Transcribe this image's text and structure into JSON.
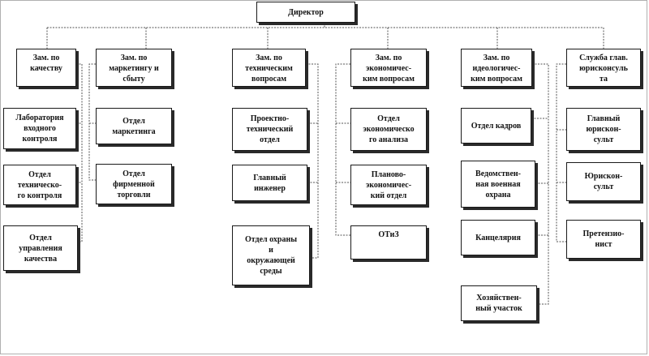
{
  "director": "Директор",
  "columns": [
    {
      "head": "Зам. по\nкачеству",
      "units": [
        "Лаборатория\nвходного\nконтроля",
        "Отдел\nтехническо-\nго контроля",
        "Отдел\nуправления\nкачества"
      ]
    },
    {
      "head": "Зам. по\nмаркетингу и\nсбыту",
      "units": [
        "Отдел\nмаркетинга",
        "Отдел\nфирменной\nторговли"
      ]
    },
    {
      "head": "Зам. по\nтехническим\nвопросам",
      "units": [
        "Проектно-\nтехнический\nотдел",
        "Главный\nинженер",
        "Отдел охраны\nи\nокружающей\nсреды"
      ]
    },
    {
      "head": "Зам. по\nэкономичес-\nким вопросам",
      "units": [
        "Отдел\nэкономическо\nго анализа",
        "Планово-\nэкономичес-\nкий отдел",
        "ОТиЗ"
      ]
    },
    {
      "head": "Зам. по\nидеологичес-\nким вопросам",
      "units": [
        "Отдел кадров",
        "Ведомствен-\nная военная\nохрана",
        "Канцелярия",
        "Хозяйствен-\nный участок"
      ]
    },
    {
      "head": "Служба глав.\nюрисконсуль\nта",
      "units": [
        "Главный\nюрискон-\nсульт",
        "Юрискон-\nсульт",
        "Претензио-\nнист"
      ]
    }
  ]
}
